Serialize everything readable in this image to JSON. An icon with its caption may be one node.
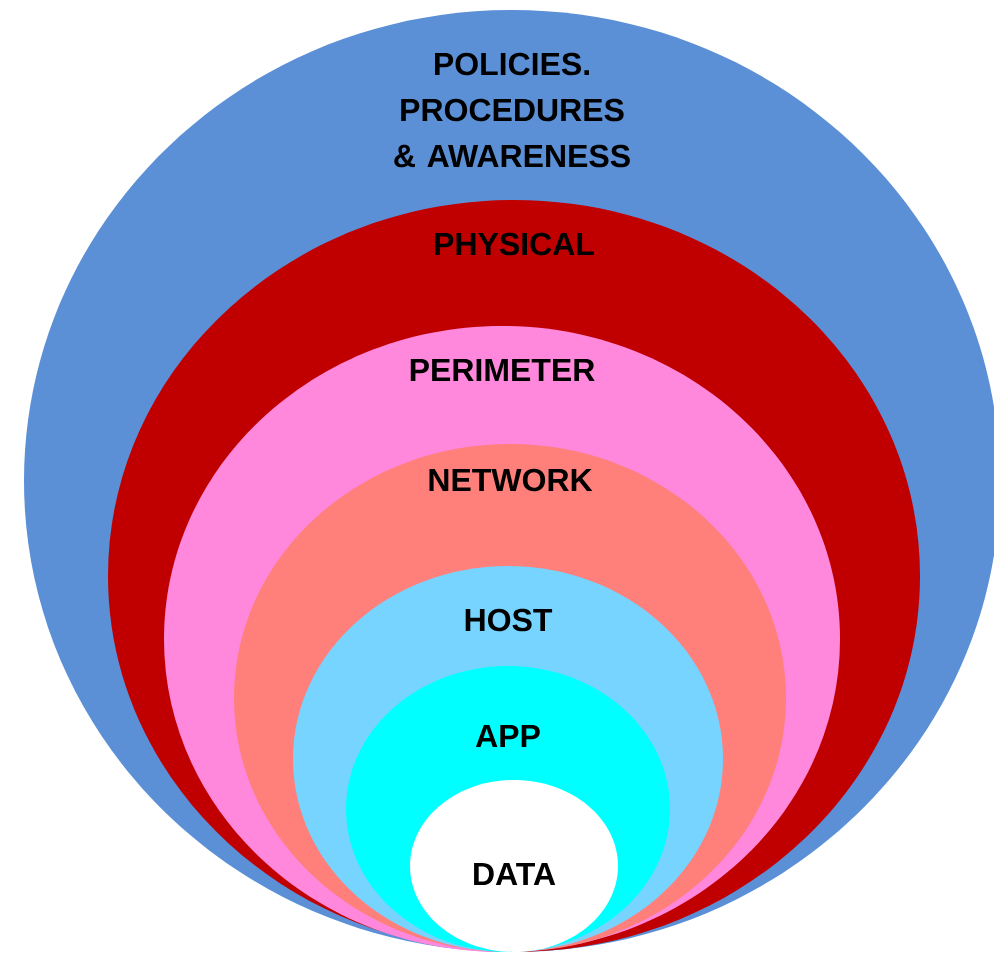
{
  "diagram": {
    "nodes": [
      {
        "text": [
          "POLICIES. PROCEDURES & AWARENESS"
        ]
      },
      {
        "text": [
          "PHYSICAL"
        ],
        "in": 0
      },
      {
        "text": [
          "PERIMETER"
        ],
        "in": 1
      },
      {
        "text": [
          "NETWORK"
        ],
        "in": 2
      },
      {
        "text": [
          "HOST"
        ],
        "in": 3
      },
      {
        "text": [
          "APP"
        ],
        "in": 4
      },
      {
        "text": [
          "DATA"
        ],
        "in": 5
      }
    ]
  }
}
